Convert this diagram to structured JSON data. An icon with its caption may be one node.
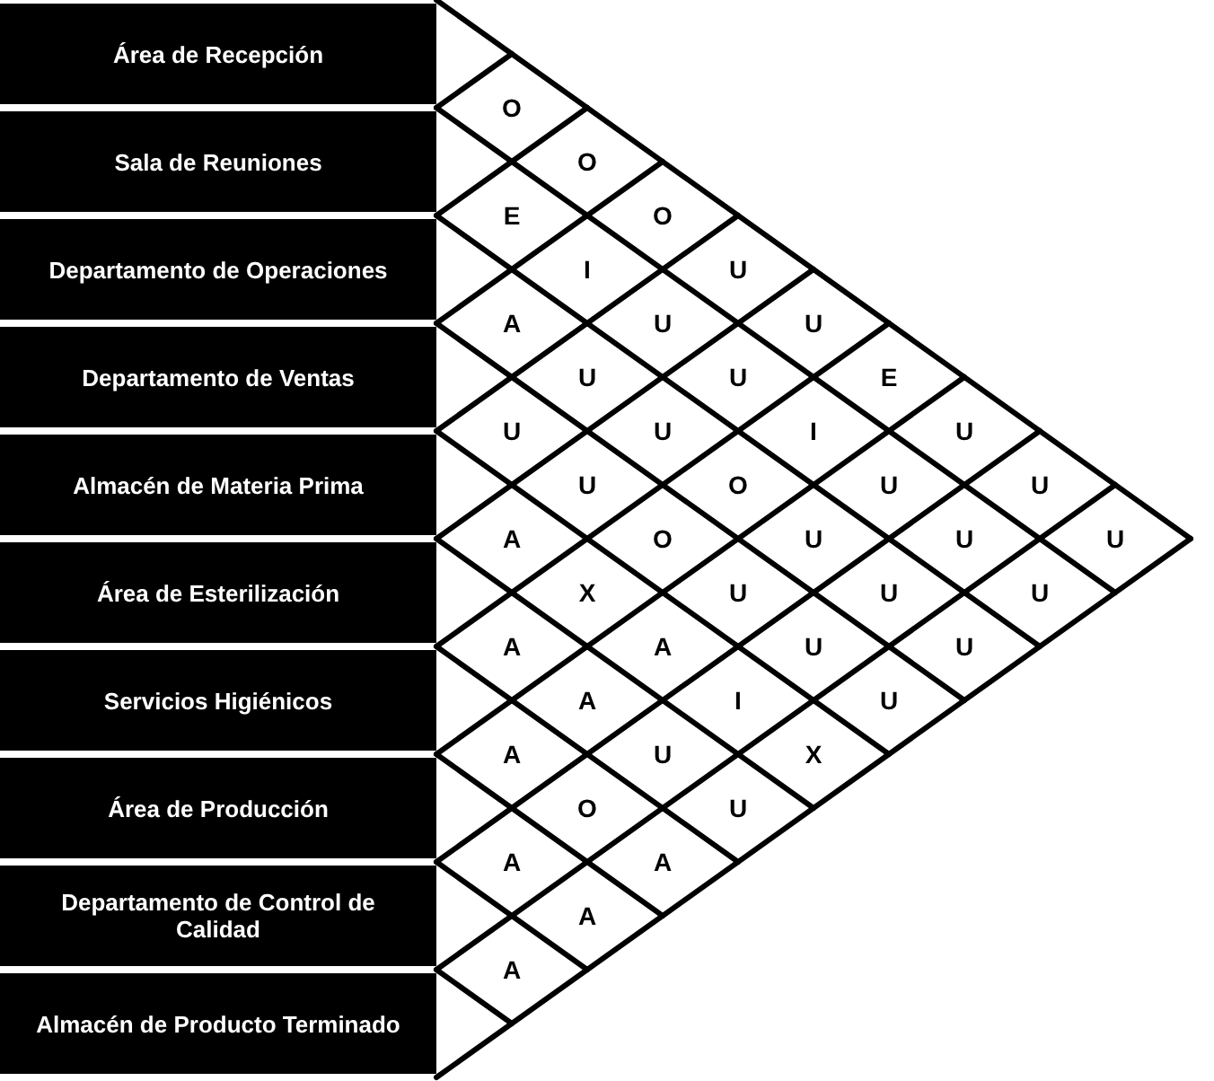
{
  "diagram": {
    "nodes": [
      {
        "text": [
          "Área de Recepción"
        ]
      },
      {
        "text": [
          "Sala de Reuniones"
        ]
      },
      {
        "text": [
          "Departamento de Operaciones"
        ]
      },
      {
        "text": [
          "Departamento de Ventas"
        ]
      },
      {
        "text": [
          "Almacén de Materia Prima"
        ]
      },
      {
        "text": [
          "Área de Esterilización"
        ]
      },
      {
        "text": [
          "Servicios Higiénicos"
        ]
      },
      {
        "text": [
          "Área de Producción"
        ]
      },
      {
        "text": [
          "Departamento de Control de Calidad"
        ]
      },
      {
        "text": [
          "Almacén de Producto Terminado"
        ]
      }
    ],
    "labels": [
      "O",
      "O",
      "O",
      "U",
      "U",
      "E",
      "U",
      "U",
      "U",
      "E",
      "I",
      "U",
      "U",
      "I",
      "U",
      "U",
      "U",
      "A",
      "U",
      "U",
      "O",
      "U",
      "U",
      "U",
      "U",
      "U",
      "O",
      "U",
      "U",
      "U",
      "A",
      "X",
      "A",
      "I",
      "X",
      "A",
      "A",
      "U",
      "U",
      "A",
      "O",
      "A",
      "A",
      "A",
      "A"
    ]
  }
}
